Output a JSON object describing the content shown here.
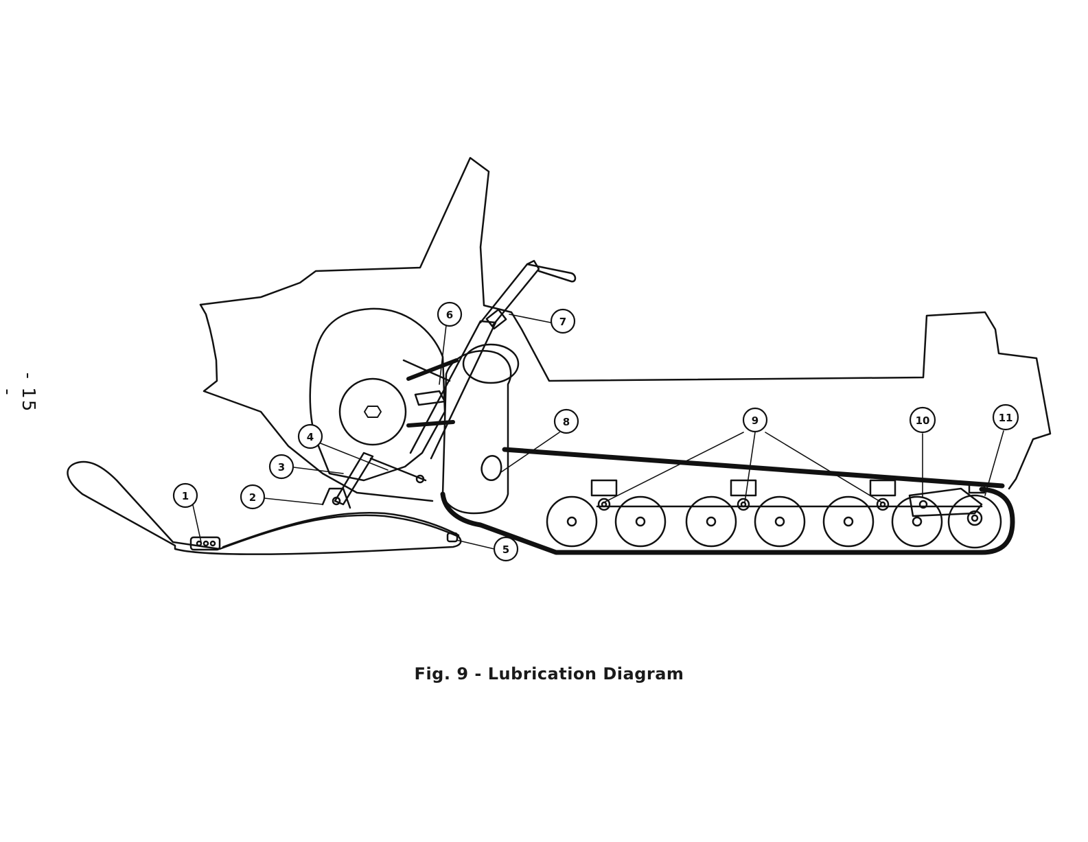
{
  "page": {
    "number": "- 15 -"
  },
  "figure": {
    "caption": "Fig. 9 - Lubrication Diagram"
  },
  "callouts": [
    {
      "id": "1",
      "label": "1"
    },
    {
      "id": "2",
      "label": "2"
    },
    {
      "id": "3",
      "label": "3"
    },
    {
      "id": "4",
      "label": "4"
    },
    {
      "id": "5",
      "label": "5"
    },
    {
      "id": "6",
      "label": "6"
    },
    {
      "id": "7",
      "label": "7"
    },
    {
      "id": "8",
      "label": "8"
    },
    {
      "id": "9",
      "label": "9"
    },
    {
      "id": "10",
      "label": "10"
    },
    {
      "id": "11",
      "label": "11"
    }
  ],
  "colors": {
    "ink": "#111111",
    "paper": "#ffffff"
  }
}
